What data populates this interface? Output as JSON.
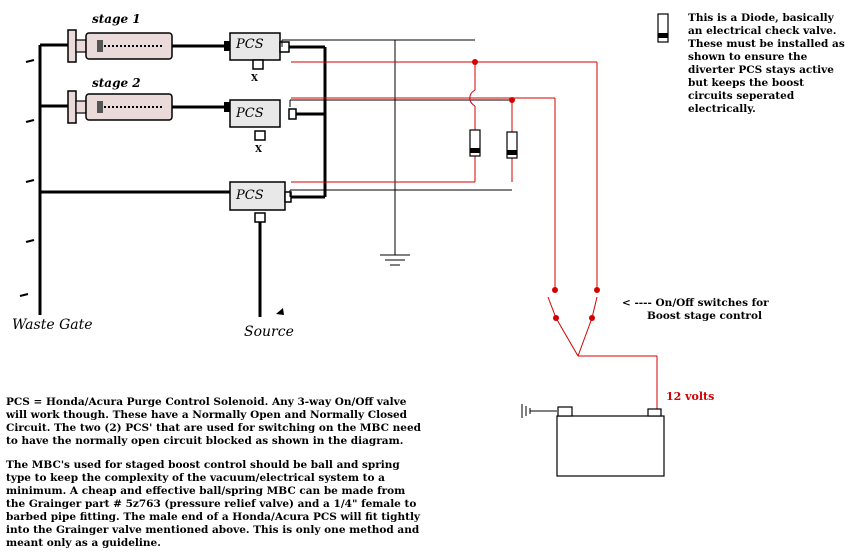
{
  "labels": {
    "stage1": "stage 1",
    "stage2": "stage 2",
    "pcs": "PCS",
    "x": "X",
    "waste_gate": "Waste Gate",
    "source": "Source",
    "twelve_volts": "12 volts"
  },
  "diode_note": "This is a Diode, basically an electrical check valve. These must be installed as shown to ensure the diverter PCS stays active but keeps the boost circuits seperated electrically.",
  "switch_note": {
    "line1": "< ---- On/Off switches for",
    "line2": "Boost stage control"
  },
  "notes": {
    "para1": "PCS = Honda/Acura Purge Control Solenoid. Any 3-way On/Off valve will work though. These have a Normally Open and Normally Closed Circuit. The two (2) PCS' that are used for switching on the MBC need to have the normally  open circuit blocked as shown in the diagram.",
    "para2": "The MBC's used for staged boost control should be ball and spring type to keep the complexity of the vacuum/electrical system to a minimum. A cheap and effective ball/spring MBC can be made from the Grainger part # 5z763 (pressure relief valve) and a 1/4\" female to barbed pipe fitting. The male end of a Honda/Acura PCS will fit tightly into the Grainger valve mentioned above. This is only one method and meant only as a guideline."
  },
  "colors": {
    "wire": "#000000",
    "electrical": "#d40000",
    "component_fill": "#e8e8e8",
    "mbc_fill": "#eadada"
  }
}
